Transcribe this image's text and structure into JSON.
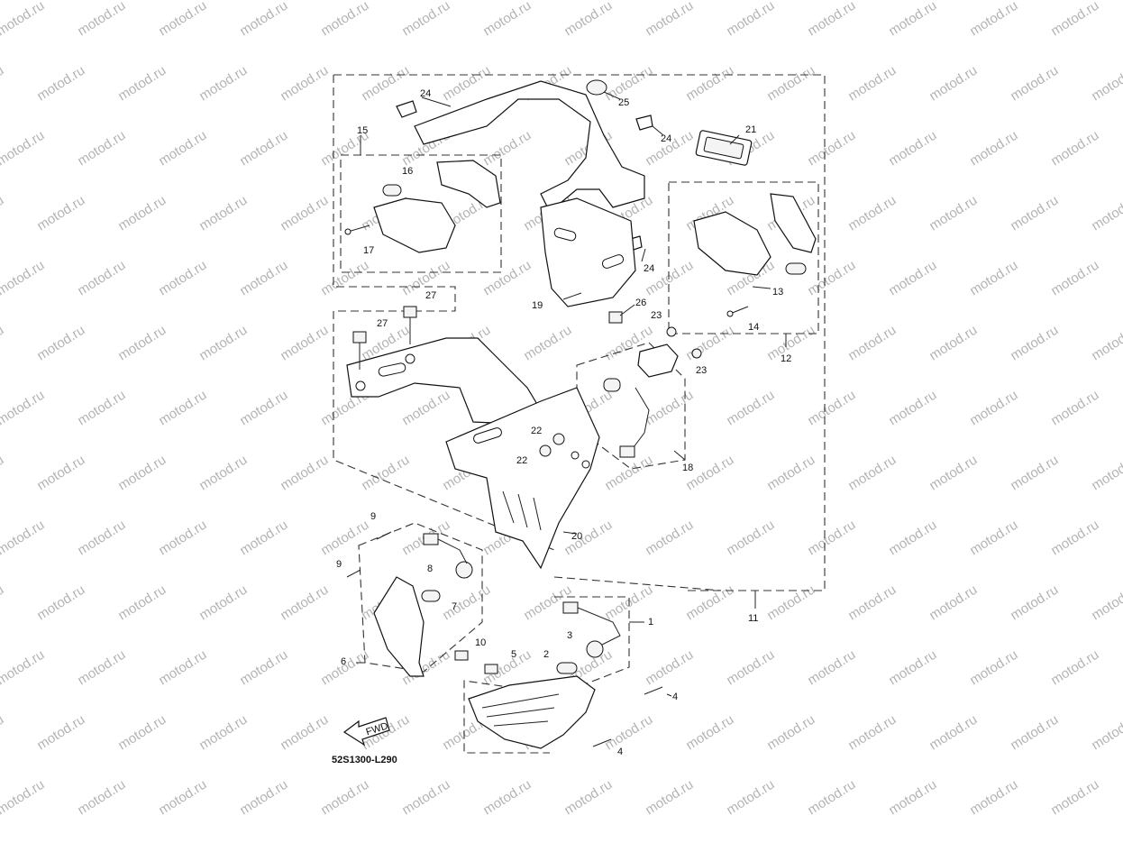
{
  "watermark": {
    "text": "motod.ru",
    "color": "#b4b4b4"
  },
  "diagram_code": "52S1300-L290",
  "fwd_label": "FWD",
  "callouts": {
    "c24a": "24",
    "c25": "25",
    "c24b": "24",
    "c15": "15",
    "c21": "21",
    "c16": "16",
    "c17": "17",
    "c24c": "24",
    "c19": "19",
    "c26": "26",
    "c13": "13",
    "c14": "14",
    "c12": "12",
    "c27a": "27",
    "c27b": "27",
    "c23a": "23",
    "c23b": "23",
    "c22a": "22",
    "c22b": "22",
    "c18": "18",
    "c20": "20",
    "c9a": "9",
    "c9b": "9",
    "c8": "8",
    "c7": "7",
    "c11": "11",
    "c1": "1",
    "c3": "3",
    "c10": "10",
    "c5": "5",
    "c2": "2",
    "c6": "6",
    "c4a": "4",
    "c4b": "4"
  }
}
